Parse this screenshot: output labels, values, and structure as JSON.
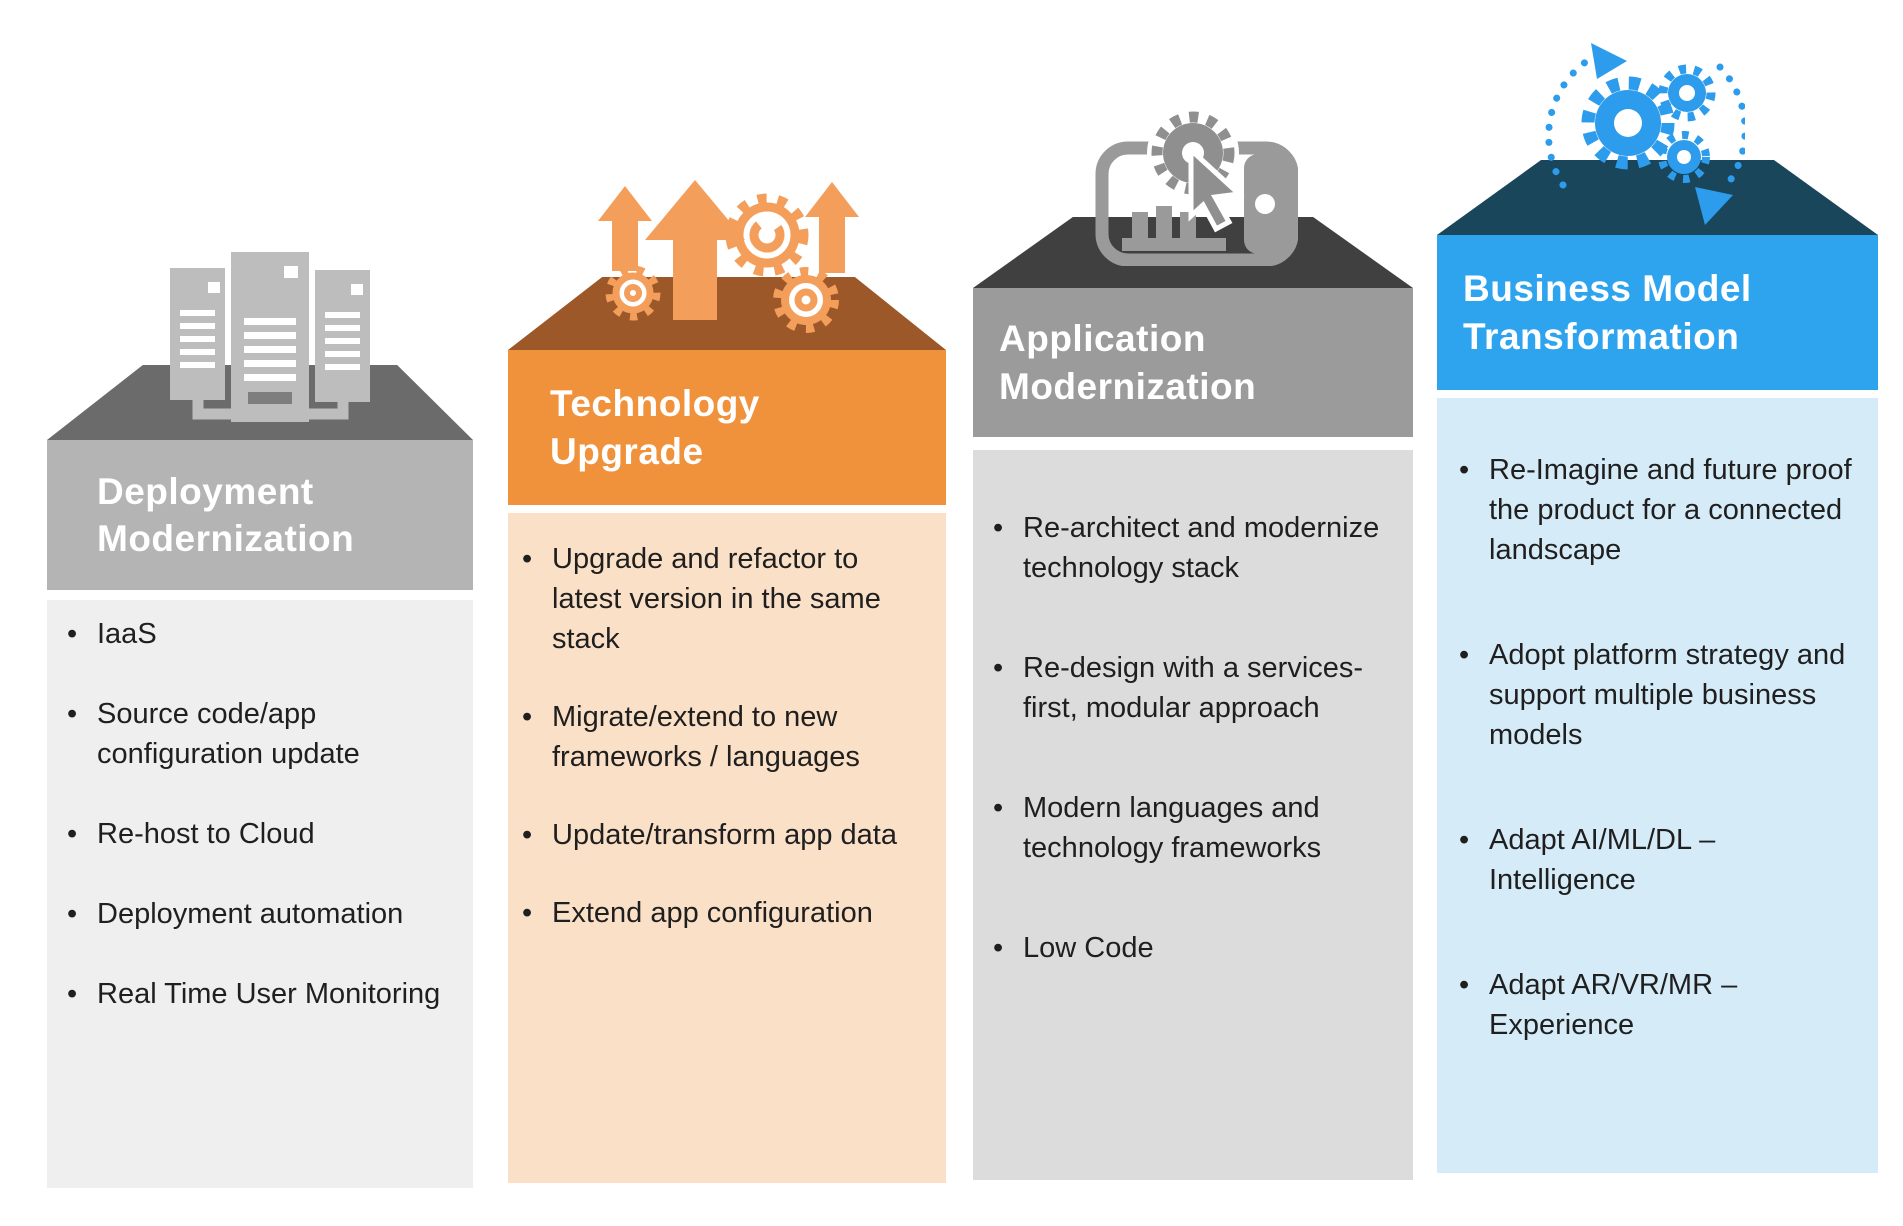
{
  "page": {
    "background": "#FFFFFF",
    "bullet_text_color": "#1F1F1F",
    "title_text_color": "#FFFFFF"
  },
  "columns": [
    {
      "title": "Deployment Modernization",
      "icon": "server-racks-icon",
      "colors": {
        "roof": "#6B6B6B",
        "header": "#B4B4B4",
        "body": "#F0EFEF",
        "icon": "#BDBDBD",
        "icon_detail": "#7E7E7E"
      },
      "bullets": [
        "IaaS",
        "Source code/app configuration update",
        "Re-host to Cloud",
        "Deployment automation",
        "Real Time User Monitoring"
      ]
    },
    {
      "title": "Technology Upgrade",
      "icon": "upgrade-arrows-gears-icon",
      "colors": {
        "roof": "#9D5829",
        "header": "#F0913C",
        "body": "#FBE0C8",
        "icon": "#F49E5B"
      },
      "bullets": [
        "Upgrade and refactor to latest version in the same stack",
        "Migrate/extend to new frameworks / languages",
        "Update/transform app data",
        "Extend app configuration"
      ]
    },
    {
      "title": "Application Modernization",
      "icon": "device-gear-cursor-icon",
      "colors": {
        "roof": "#404040",
        "header": "#9B9B9B",
        "body": "#DCDCDC",
        "icon": "#8F8F8F"
      },
      "bullets": [
        "Re-architect and modernize technology stack",
        "Re-design with a services-first, modular approach",
        "Modern languages and technology frameworks",
        "Low Code"
      ]
    },
    {
      "title": "Business Model Transformation",
      "icon": "gears-transformation-cycle-icon",
      "colors": {
        "roof": "#19465A",
        "header": "#2EA4EF",
        "body": "#D6EBF8",
        "icon": "#2D9CEC"
      },
      "bullets": [
        "Re-Imagine and future proof the product for a connected landscape",
        "Adopt platform strategy and support multiple business models",
        "Adapt AI/ML/DL – Intelligence",
        "Adapt AR/VR/MR – Experience"
      ]
    }
  ]
}
